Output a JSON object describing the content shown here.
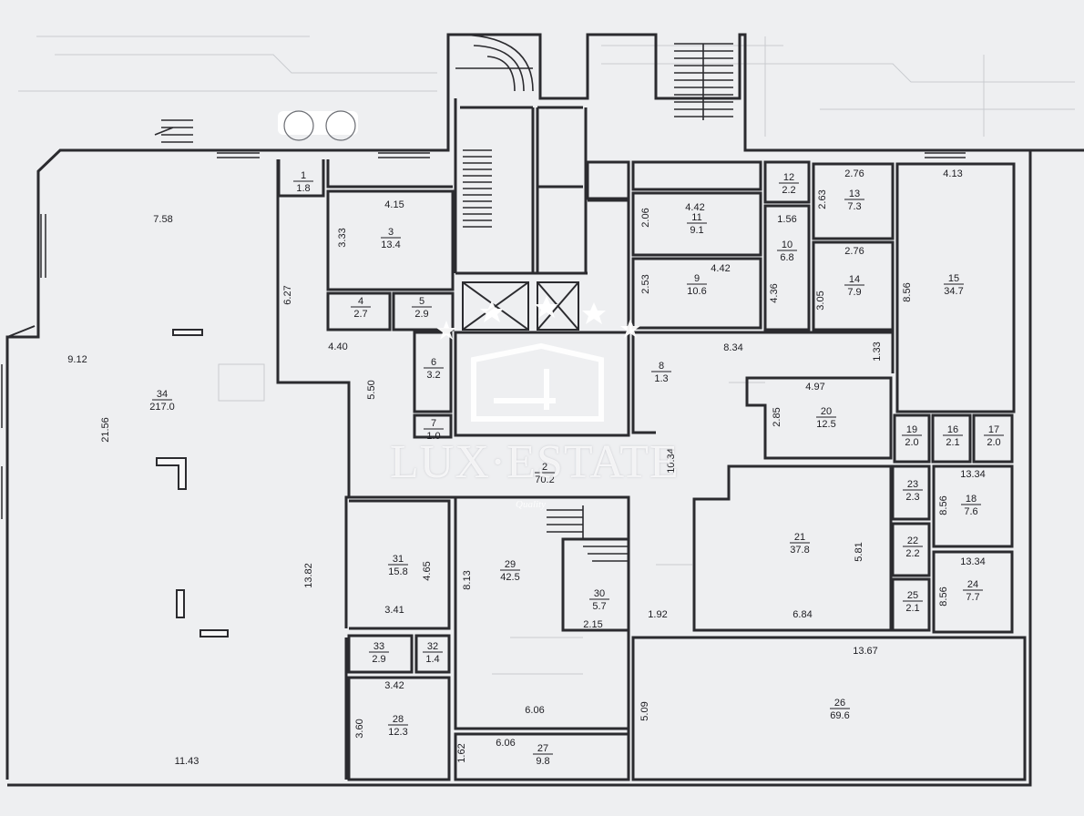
{
  "watermark": {
    "brand": "LUX·ESTATE",
    "tagline": "Quality"
  },
  "rooms": [
    {
      "no": "1",
      "area": "1.8"
    },
    {
      "no": "2",
      "area": "70.2"
    },
    {
      "no": "3",
      "area": "13.4"
    },
    {
      "no": "4",
      "area": "2.7"
    },
    {
      "no": "5",
      "area": "2.9"
    },
    {
      "no": "6",
      "area": "3.2"
    },
    {
      "no": "7",
      "area": "1.0"
    },
    {
      "no": "8",
      "area": "1.3"
    },
    {
      "no": "9",
      "area": "10.6"
    },
    {
      "no": "10",
      "area": "6.8"
    },
    {
      "no": "11",
      "area": "9.1"
    },
    {
      "no": "12",
      "area": "2.2"
    },
    {
      "no": "13",
      "area": "7.3"
    },
    {
      "no": "14",
      "area": "7.9"
    },
    {
      "no": "15",
      "area": "34.7"
    },
    {
      "no": "16",
      "area": "2.1"
    },
    {
      "no": "17",
      "area": "2.0"
    },
    {
      "no": "18",
      "area": "7.6"
    },
    {
      "no": "19",
      "area": "2.0"
    },
    {
      "no": "20",
      "area": "12.5"
    },
    {
      "no": "21",
      "area": "37.8"
    },
    {
      "no": "22",
      "area": "2.2"
    },
    {
      "no": "23",
      "area": "2.3"
    },
    {
      "no": "24",
      "area": "7.7"
    },
    {
      "no": "25",
      "area": "2.1"
    },
    {
      "no": "26",
      "area": "69.6"
    },
    {
      "no": "27",
      "area": "9.8"
    },
    {
      "no": "28",
      "area": "12.3"
    },
    {
      "no": "29",
      "area": "42.5"
    },
    {
      "no": "30",
      "area": "5.7"
    },
    {
      "no": "31",
      "area": "15.8"
    },
    {
      "no": "32",
      "area": "1.4"
    },
    {
      "no": "33",
      "area": "2.9"
    },
    {
      "no": "34",
      "area": "217.0"
    }
  ],
  "dimensions": [
    "7.58",
    "9.12",
    "21.56",
    "13.82",
    "11.43",
    "4.15",
    "3.33",
    "6.27",
    "4.40",
    "5.50",
    "4.65",
    "3.41",
    "8.13",
    "3.42",
    "3.60",
    "1.62",
    "6.06",
    "6.06",
    "2.15",
    "1.92",
    "5.09",
    "13.67",
    "10.34",
    "8.34",
    "1.33",
    "4.42",
    "2.06",
    "1.56",
    "2.53",
    "4.42",
    "4.36",
    "3.05",
    "2.76",
    "2.76",
    "2.63",
    "4.13",
    "8.56",
    "4.97",
    "2.85",
    "5.81",
    "6.84",
    "13.34",
    "8.56",
    "13.34",
    "8.56"
  ]
}
